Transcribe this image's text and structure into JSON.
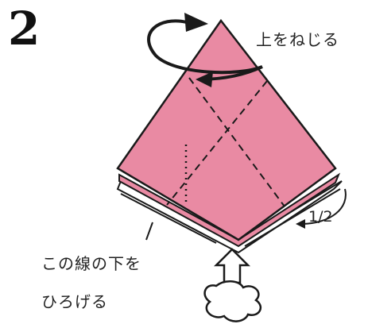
{
  "step_number": "2",
  "labels": {
    "twist_top": "上をねじる",
    "spread_line_1": "この線の下を",
    "spread_line_2": "ひろげる",
    "fraction": "1/2"
  },
  "colors": {
    "paper": "#e98aa3",
    "paper_light": "#f3b9c8",
    "ink": "#1a1a1a",
    "background": "#ffffff"
  },
  "icons": {
    "rotate_arrow": "curved-rotate-arrow",
    "inflate_arrow": "hollow-up-arrow",
    "puff_cloud": "puff-cloud"
  }
}
